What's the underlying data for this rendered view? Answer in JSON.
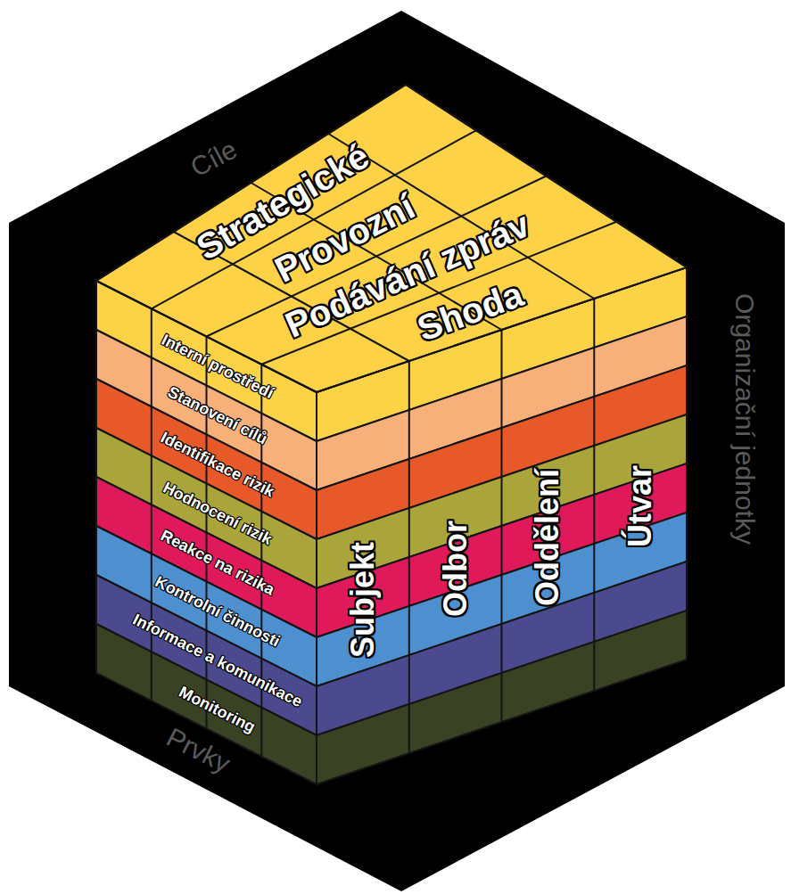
{
  "diagram": {
    "labels": [
      "Cíle",
      "Strategické",
      "Provozní",
      "Podávání zpráv",
      "Shoda",
      "Interní prostředí",
      "Stanovení cílů",
      "Identifikace rizik",
      "Hodnocení rizik",
      "Reakce na rizika",
      "Kontrolní činnosti",
      "Informace a komunikace",
      "Monitoring",
      "Subjekt",
      "Odbor",
      "Oddělení",
      "Útvar",
      "Prvky",
      "Organizační jednotky"
    ]
  }
}
